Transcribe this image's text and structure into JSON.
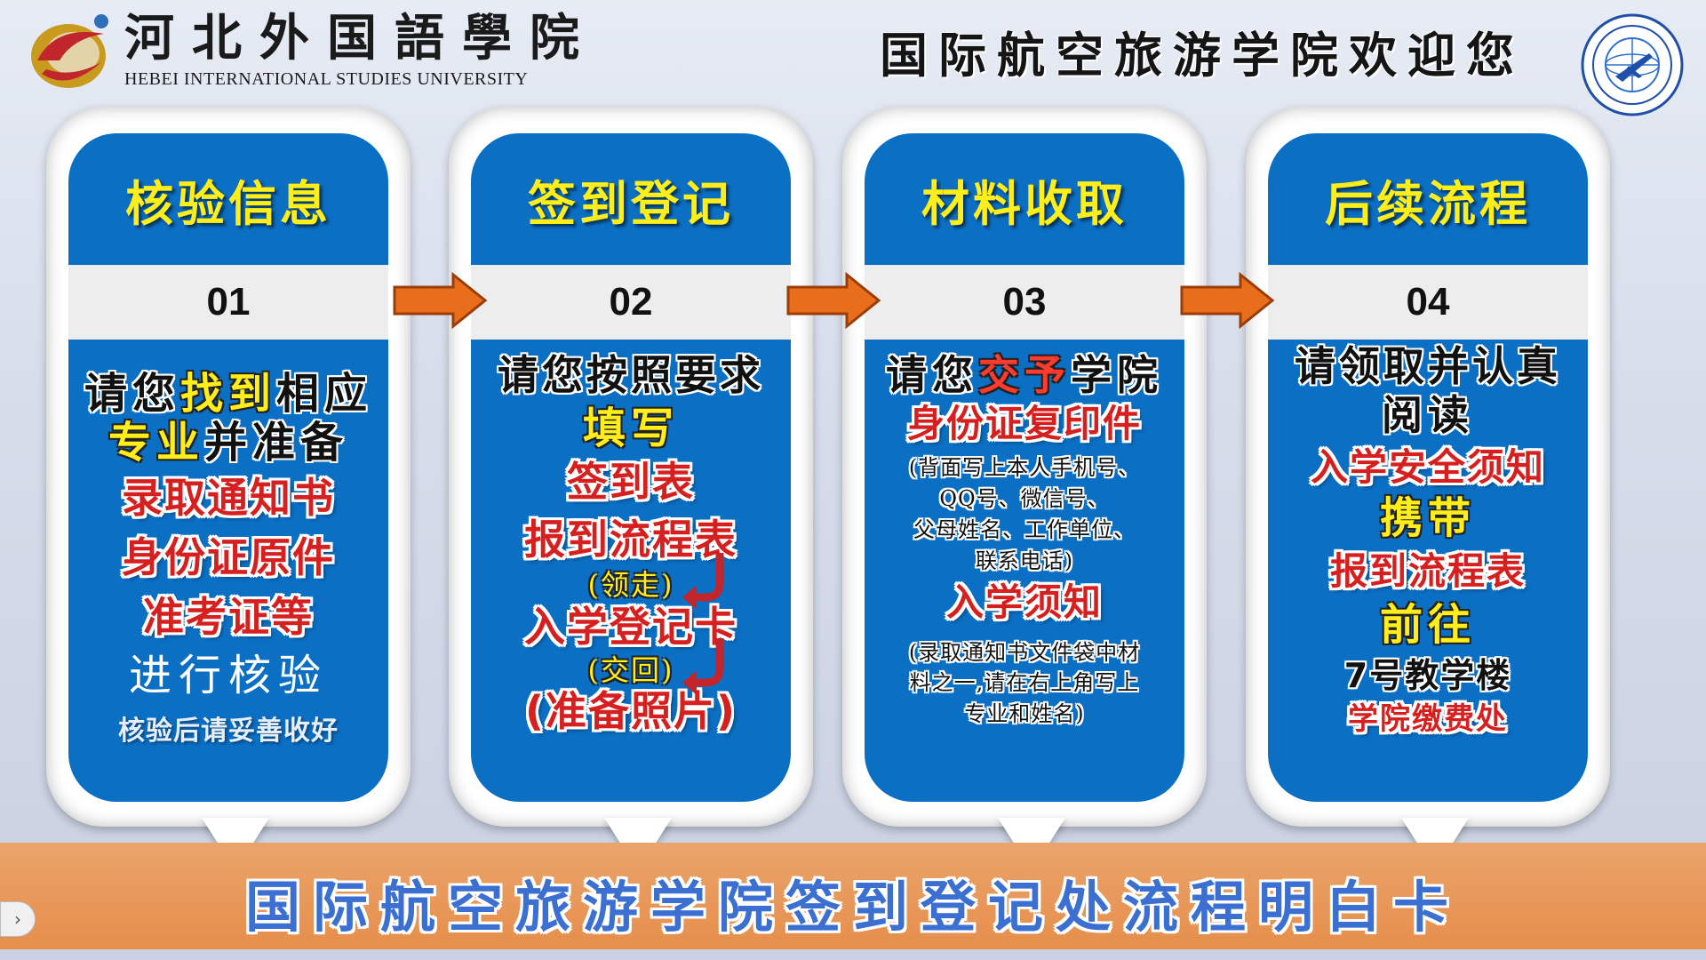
{
  "header": {
    "university_cn": "河北外国語學院",
    "university_en": "HEBEI INTERNATIONAL STUDIES UNIVERSITY",
    "welcome": "国际航空旅游学院欢迎您",
    "logo_icon": "university-logo-icon",
    "seal_icon": "school-of-aviation-seal-icon"
  },
  "cards": [
    {
      "title": "核验信息",
      "number": "01",
      "l1": "请您",
      "l1b": "找到",
      "l1c": "相应",
      "l2": "专业",
      "l2b": "并准备",
      "l3": "录取通知书",
      "l4": "身份证原件",
      "l5": "准考证等",
      "l6": "进行核验",
      "l7": "核验后请妥善收好"
    },
    {
      "title": "签到登记",
      "number": "02",
      "l1": "请您按照要求",
      "l2": "填写",
      "l3": "签到表",
      "l4": "报到流程表",
      "l5": "(领走)",
      "l6": "入学登记卡",
      "l7": "(交回)",
      "l8": "(准备照片)"
    },
    {
      "title": "材料收取",
      "number": "03",
      "l1": "请您",
      "l1b": "交予",
      "l1c": "学院",
      "l2": "身份证复印件",
      "l3": "(背面写上本人手机号、",
      "l4": "QQ号、微信号、",
      "l5": "父母姓名、工作单位、",
      "l6": "联系电话)",
      "l7": "入学须知",
      "l8": "(录取通知书文件袋中材",
      "l9": "料之一,请在右上角写上",
      "l10": "专业和姓名)"
    },
    {
      "title": "后续流程",
      "number": "04",
      "l1": "请领取并认真",
      "l2": "阅读",
      "l3": "入学安全须知",
      "l4": "携带",
      "l5": "报到流程表",
      "l6": "前往",
      "l7": "7号教学楼",
      "l8": "学院缴费处"
    }
  ],
  "banner": {
    "text": "国际航空旅游学院签到登记处流程明白卡"
  },
  "colors": {
    "card_blue": "#0b6fc4",
    "title_yellow": "#ffee1a",
    "arrow_orange": "#e86e1c",
    "emphasis_red": "#d62020",
    "banner_orange": "#e68e4c",
    "banner_text_blue": "#3b6fd1"
  }
}
